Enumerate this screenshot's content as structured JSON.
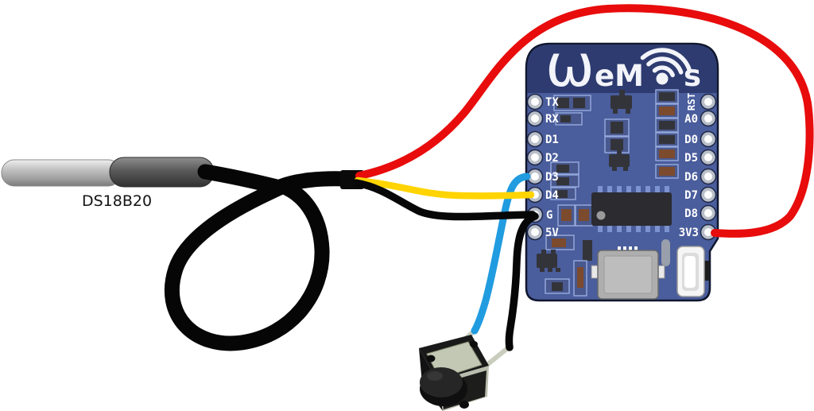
{
  "sensor": {
    "label": "DS18B20",
    "description": "waterproof temperature probe with black cable loop"
  },
  "board": {
    "brand": "WeMos",
    "logo": {
      "part_w": "ω",
      "part_em": "eM",
      "part_s": "s"
    },
    "left_pins": [
      "TX",
      "RX",
      "D1",
      "D2",
      "D3",
      "D4",
      "G",
      "5V"
    ],
    "right_pins": [
      "RST",
      "A0",
      "D0",
      "D5",
      "D6",
      "D7",
      "D8",
      "3V3"
    ]
  },
  "wires": {
    "red": {
      "color": "#e80c0c",
      "from": "sensor-cable",
      "to": "3V3"
    },
    "yellow": {
      "color": "#ffd400",
      "from": "sensor-cable",
      "to": "D4"
    },
    "black_sensor": {
      "color": "#070707",
      "from": "sensor-cable",
      "to": "G"
    },
    "blue": {
      "color": "#219ce0",
      "from": "D3",
      "to": "push-button-left-leg"
    },
    "black_button": {
      "color": "#070707",
      "from": "G",
      "to": "push-button-right-leg"
    }
  },
  "colors": {
    "board_body": "#4a5d9c",
    "board_header": "#2d3b70",
    "silkscreen": "#ffffff",
    "cable": "#060606"
  }
}
